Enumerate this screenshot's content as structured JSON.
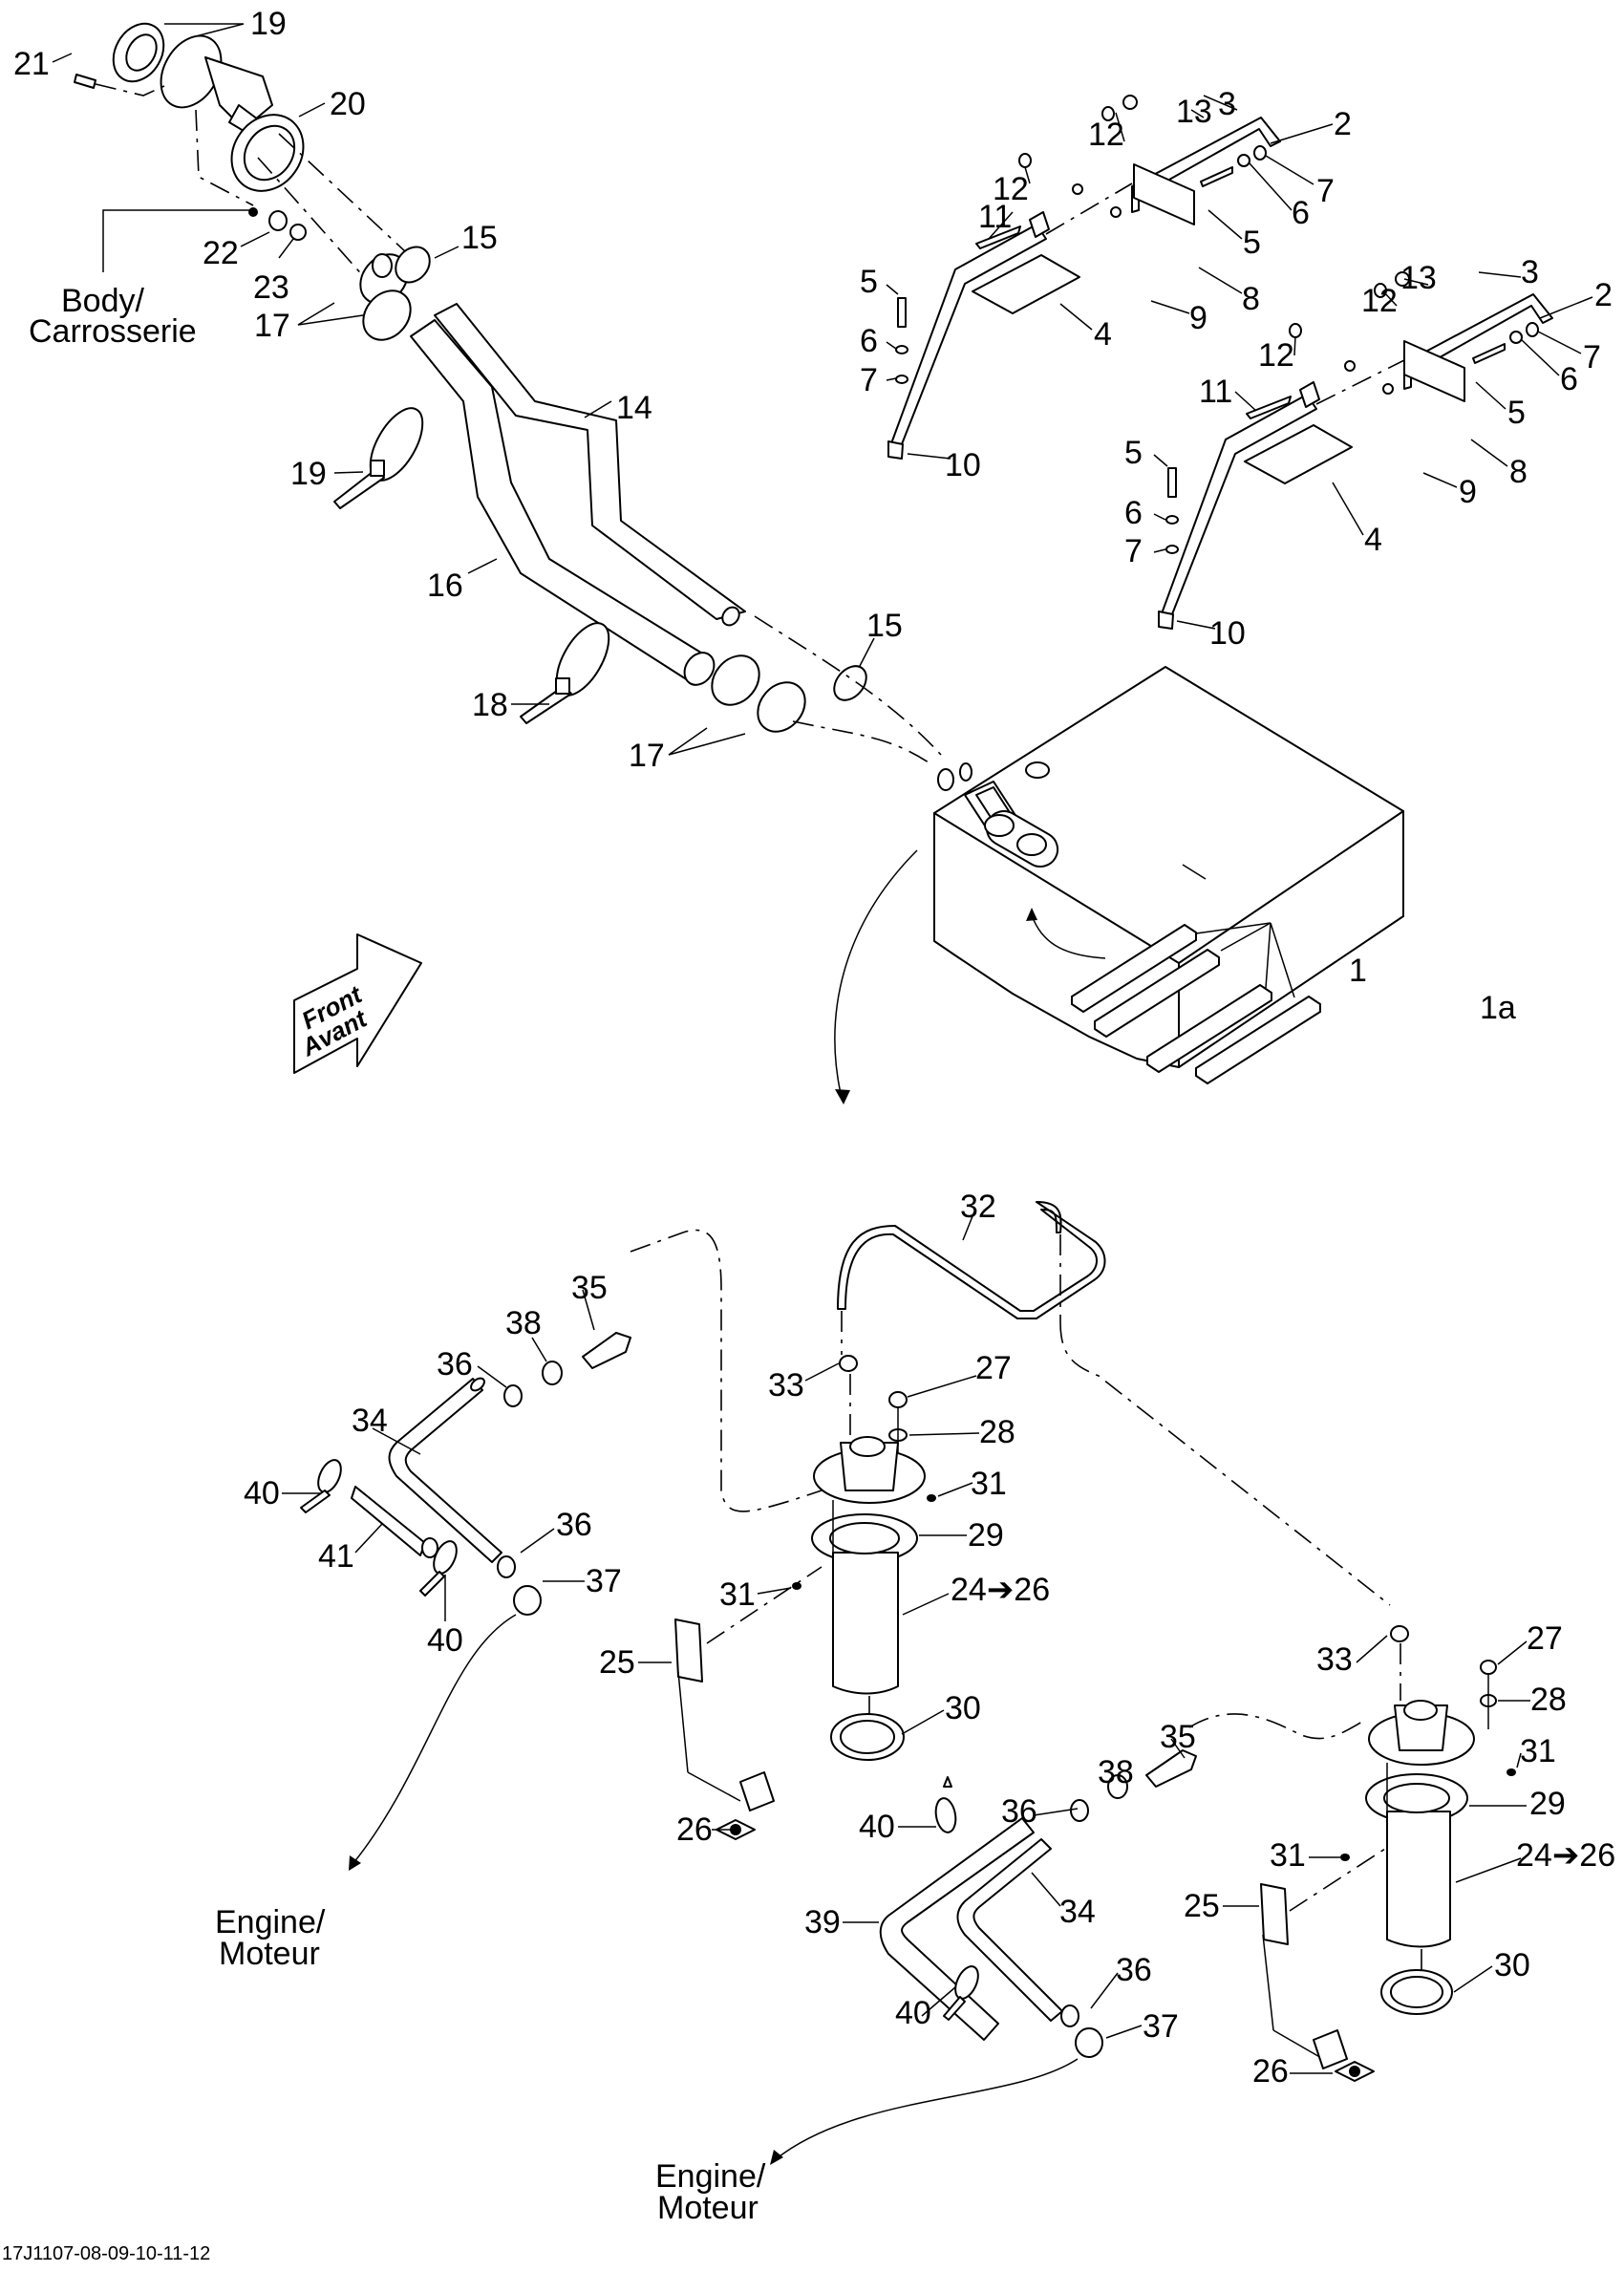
{
  "diagram": {
    "figure_id": "17J1107-08-09-10-11-12",
    "direction_arrow": {
      "line1": "Front",
      "line2": "Avant"
    },
    "notes": {
      "body": {
        "line1": "Body/",
        "line2": "Carrosserie"
      },
      "engine_left": {
        "line1": "Engine/",
        "line2": "Moteur"
      },
      "engine_right": {
        "line1": "Engine/",
        "line2": "Moteur"
      }
    },
    "callouts": [
      {
        "id": "c19a",
        "text": "19"
      },
      {
        "id": "c21",
        "text": "21"
      },
      {
        "id": "c20",
        "text": "20"
      },
      {
        "id": "c22",
        "text": "22"
      },
      {
        "id": "c23",
        "text": "23"
      },
      {
        "id": "c15a",
        "text": "15"
      },
      {
        "id": "c17a",
        "text": "17"
      },
      {
        "id": "c14",
        "text": "14"
      },
      {
        "id": "c19b",
        "text": "19"
      },
      {
        "id": "c16",
        "text": "16"
      },
      {
        "id": "c15b",
        "text": "15"
      },
      {
        "id": "c18",
        "text": "18"
      },
      {
        "id": "c17b",
        "text": "17"
      },
      {
        "id": "r1_13",
        "text": "13"
      },
      {
        "id": "r1_12a",
        "text": "12"
      },
      {
        "id": "r1_3",
        "text": "3"
      },
      {
        "id": "r1_2",
        "text": "2"
      },
      {
        "id": "r1_7a",
        "text": "7"
      },
      {
        "id": "r1_6a",
        "text": "6"
      },
      {
        "id": "r1_5a",
        "text": "5"
      },
      {
        "id": "r1_12b",
        "text": "12"
      },
      {
        "id": "r1_11",
        "text": "11"
      },
      {
        "id": "r1_8",
        "text": "8"
      },
      {
        "id": "r1_9",
        "text": "9"
      },
      {
        "id": "r1_4",
        "text": "4"
      },
      {
        "id": "r1_5b",
        "text": "5"
      },
      {
        "id": "r1_6b",
        "text": "6"
      },
      {
        "id": "r1_7b",
        "text": "7"
      },
      {
        "id": "r1_10",
        "text": "10"
      },
      {
        "id": "r2_13",
        "text": "13"
      },
      {
        "id": "r2_12a",
        "text": "12"
      },
      {
        "id": "r2_3",
        "text": "3"
      },
      {
        "id": "r2_2",
        "text": "2"
      },
      {
        "id": "r2_7a",
        "text": "7"
      },
      {
        "id": "r2_6a",
        "text": "6"
      },
      {
        "id": "r2_5a",
        "text": "5"
      },
      {
        "id": "r2_12b",
        "text": "12"
      },
      {
        "id": "r2_11",
        "text": "11"
      },
      {
        "id": "r2_8",
        "text": "8"
      },
      {
        "id": "r2_9",
        "text": "9"
      },
      {
        "id": "r2_4",
        "text": "4"
      },
      {
        "id": "r2_5b",
        "text": "5"
      },
      {
        "id": "r2_6b",
        "text": "6"
      },
      {
        "id": "r2_7b",
        "text": "7"
      },
      {
        "id": "r2_10",
        "text": "10"
      },
      {
        "id": "t1",
        "text": "1"
      },
      {
        "id": "t1a",
        "text": "1a"
      },
      {
        "id": "t32",
        "text": "32"
      },
      {
        "id": "p1_35",
        "text": "35"
      },
      {
        "id": "p1_38",
        "text": "38"
      },
      {
        "id": "p1_36a",
        "text": "36"
      },
      {
        "id": "p1_33",
        "text": "33"
      },
      {
        "id": "p1_27",
        "text": "27"
      },
      {
        "id": "p1_28",
        "text": "28"
      },
      {
        "id": "p1_34",
        "text": "34"
      },
      {
        "id": "p1_31a",
        "text": "31"
      },
      {
        "id": "p1_40a",
        "text": "40"
      },
      {
        "id": "p1_29",
        "text": "29"
      },
      {
        "id": "p1_36b",
        "text": "36"
      },
      {
        "id": "p1_41",
        "text": "41"
      },
      {
        "id": "p1_37",
        "text": "37"
      },
      {
        "id": "p1_31b",
        "text": "31"
      },
      {
        "id": "p1_24",
        "text": "24➔26"
      },
      {
        "id": "p1_40b",
        "text": "40"
      },
      {
        "id": "p1_25",
        "text": "25"
      },
      {
        "id": "p1_30",
        "text": "30"
      },
      {
        "id": "p1_26",
        "text": "26"
      },
      {
        "id": "p2_27",
        "text": "27"
      },
      {
        "id": "p2_33",
        "text": "33"
      },
      {
        "id": "p2_28",
        "text": "28"
      },
      {
        "id": "p2_31a",
        "text": "31"
      },
      {
        "id": "p2_35",
        "text": "35"
      },
      {
        "id": "p2_38",
        "text": "38"
      },
      {
        "id": "p2_29",
        "text": "29"
      },
      {
        "id": "p2_36a",
        "text": "36"
      },
      {
        "id": "p2_40a",
        "text": "40"
      },
      {
        "id": "p2_31b",
        "text": "31"
      },
      {
        "id": "p2_24",
        "text": "24➔26"
      },
      {
        "id": "p2_25",
        "text": "25"
      },
      {
        "id": "p2_34",
        "text": "34"
      },
      {
        "id": "p2_39",
        "text": "39"
      },
      {
        "id": "p2_30",
        "text": "30"
      },
      {
        "id": "p2_36b",
        "text": "36"
      },
      {
        "id": "p2_40b",
        "text": "40"
      },
      {
        "id": "p2_37",
        "text": "37"
      },
      {
        "id": "p2_26",
        "text": "26"
      }
    ]
  }
}
